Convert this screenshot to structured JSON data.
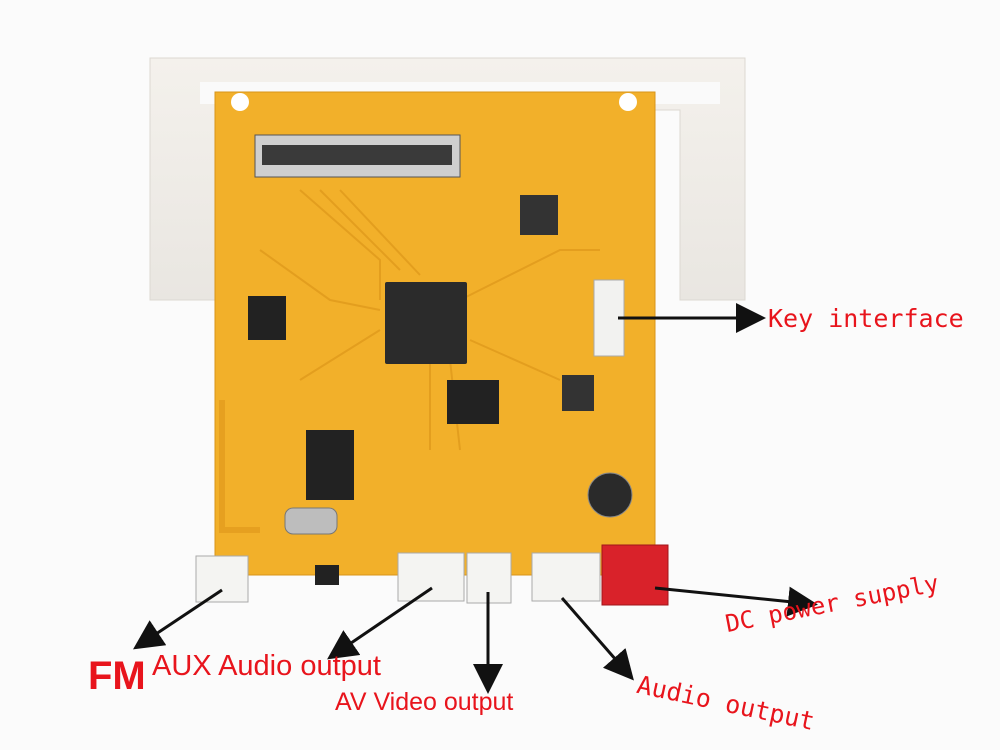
{
  "annotations": {
    "key_interface": "Key interface",
    "dc_power": "DC power supply",
    "fm": "FM",
    "aux_audio": "AUX Audio output",
    "av_video": "AV Video output",
    "audio_output": "Audio output"
  },
  "colors": {
    "label": "#e8141c",
    "arrow": "#111111",
    "pcb": "#f2b02a",
    "power_connector": "#d9222a"
  }
}
